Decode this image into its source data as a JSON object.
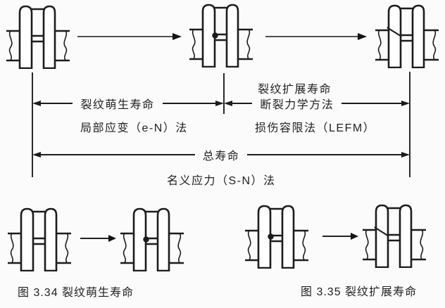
{
  "colors": {
    "ink": "#1c1c1c",
    "arrow_shaft": "#4f4f4f",
    "background": "#fbfbfb"
  },
  "labels": {
    "crack_initiation_life": "裂纹萌生寿命",
    "local_strain_method": "局部应变（e-N）法",
    "crack_propagation_life": "裂纹扩展寿命",
    "fracture_mechanics_method": "断裂力学方法",
    "damage_tolerance_method": "损伤容限法（LEFM）",
    "total_life": "总寿命",
    "nominal_stress_method": "名义应力（S-N）法"
  },
  "captions": {
    "fig_334": "图 3.34 裂纹萌生寿命",
    "fig_335": "图 3.35 裂纹扩展寿命"
  },
  "cranks": [
    {
      "id": "top-stage-intact",
      "variant": "plain"
    },
    {
      "id": "top-stage-crack-initiated",
      "variant": "dot"
    },
    {
      "id": "top-stage-crack-propagated",
      "variant": "crack"
    },
    {
      "id": "fig334-before",
      "variant": "plain"
    },
    {
      "id": "fig334-after",
      "variant": "dot"
    },
    {
      "id": "fig335-before",
      "variant": "dot"
    },
    {
      "id": "fig335-after",
      "variant": "crack"
    }
  ]
}
